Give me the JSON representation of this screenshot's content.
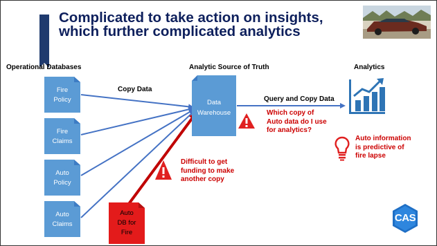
{
  "title": "Complicated to take action on insights, which further complicated analytics",
  "labels": {
    "operational_databases": "Operational Databases",
    "analytic_source": "Analytic Source of Truth",
    "analytics": "Analytics",
    "copy_data": "Copy Data",
    "query_copy": "Query and Copy Data"
  },
  "databases": [
    {
      "line1": "Fire",
      "line2": "Policy"
    },
    {
      "line1": "Fire",
      "line2": "Claims"
    },
    {
      "line1": "Auto",
      "line2": "Policy"
    },
    {
      "line1": "Auto",
      "line2": "Claims"
    }
  ],
  "auto_db": {
    "line1": "Auto",
    "line2": "DB for",
    "line3": "Fire"
  },
  "warehouse": {
    "line1": "Data",
    "line2": "Warehouse"
  },
  "callouts": {
    "funding": "Difficult to get funding to make another copy",
    "which_copy": "Which copy of Auto data do I use for analytics?",
    "predictive": "Auto information is predictive of fire lapse"
  },
  "logo_text": "CAS",
  "colors": {
    "navy": "#0d1f5c",
    "cyl": "#5b9bd5",
    "arrow": "#4472c4",
    "red": "#c00000",
    "alert": "#e02020",
    "analytics": "#2e74b5"
  }
}
